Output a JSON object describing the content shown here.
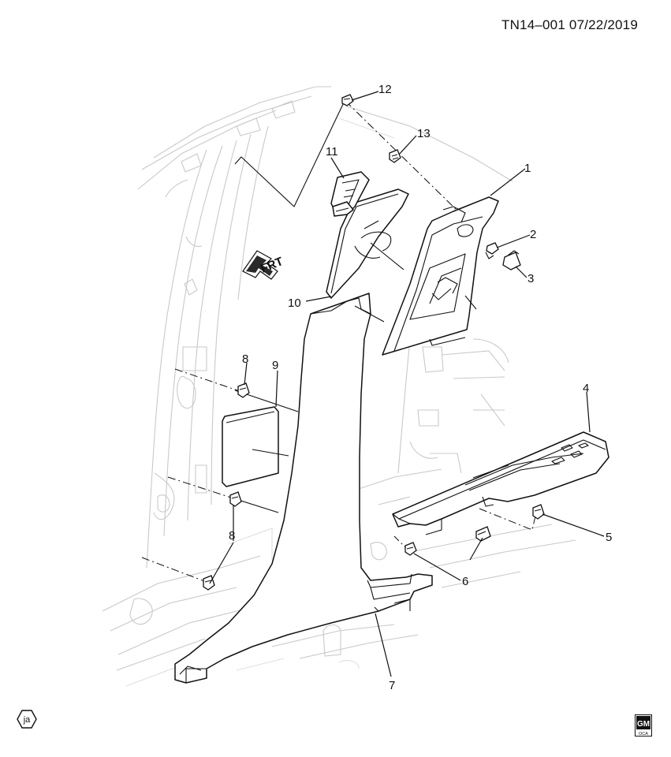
{
  "header": {
    "doc_id": "TN14–001  07/22/2019"
  },
  "direction_label": "FRT",
  "callouts": [
    "1",
    "2",
    "3",
    "4",
    "5",
    "6",
    "7",
    "8",
    "8",
    "9",
    "10",
    "11",
    "12",
    "13"
  ],
  "footer": {
    "left_badge": "ja",
    "right_badge_top": "GM",
    "right_badge_bottom": "OCA"
  },
  "icons": [
    "front-direction-arrow-icon",
    "ja-hexagon-icon",
    "gm-logo-icon"
  ]
}
